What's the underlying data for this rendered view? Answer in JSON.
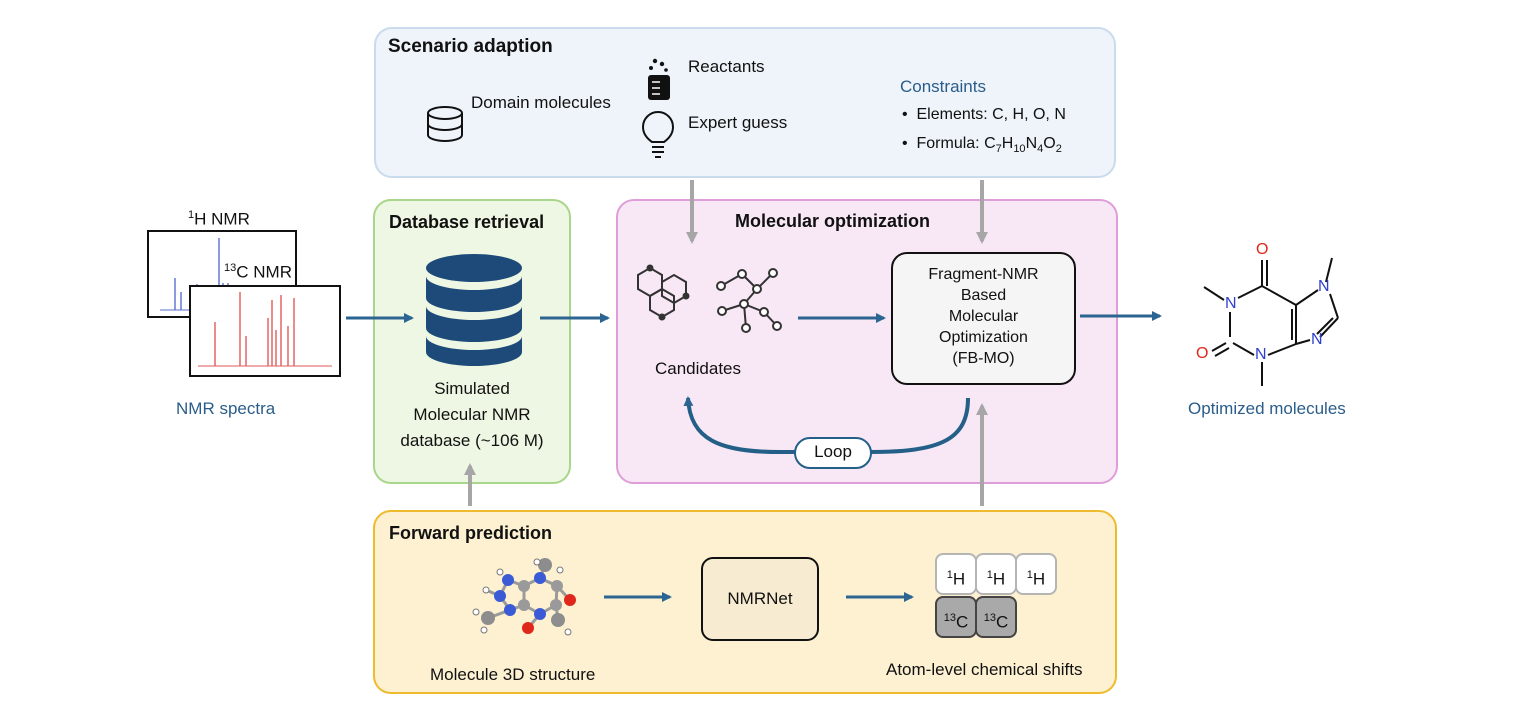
{
  "scenario": {
    "title": "Scenario adaption",
    "domain_molecules": "Domain molecules",
    "reactants": "Reactants",
    "expert_guess": "Expert guess",
    "constraints_title": "Constraints",
    "constraint_elements": "Elements: C, H, O, N",
    "constraint_formula_prefix": "Formula: C",
    "formula_parts": [
      "7",
      "H",
      "10",
      "N",
      "4",
      "O",
      "2"
    ]
  },
  "spectra": {
    "h_sup": "1",
    "h_label": "H NMR",
    "c_sup": "13",
    "c_label": "C NMR",
    "caption": "NMR spectra"
  },
  "database": {
    "title": "Database retrieval",
    "line1": "Simulated",
    "line2": "Molecular NMR",
    "line3": "database (~106 M)"
  },
  "optimization": {
    "title": "Molecular optimization",
    "candidates": "Candidates",
    "method_line1": "Fragment-NMR",
    "method_line2": "Based",
    "method_line3": "Molecular",
    "method_line4": "Optimization",
    "method_line5": "(FB-MO)",
    "loop": "Loop"
  },
  "output": {
    "caption": "Optimized molecules",
    "atom_o": "O",
    "atom_n": "N"
  },
  "forward": {
    "title": "Forward prediction",
    "structure_caption": "Molecule 3D structure",
    "net": "NMRNet",
    "shifts_caption": "Atom-level chemical shifts",
    "h_sup": "1",
    "h": "H",
    "c_sup": "13",
    "c": "C"
  },
  "colors": {
    "scenario_bg": "#eef4fa",
    "database_bg": "#eef7e3",
    "optimization_bg": "#f8e8f6",
    "forward_bg": "#fdf1d2",
    "arrow_blue": "#2d6592",
    "arrow_gray": "#a6a6a6",
    "spectrum_h": "#5a6fd0",
    "spectrum_c": "#e05a5a"
  }
}
